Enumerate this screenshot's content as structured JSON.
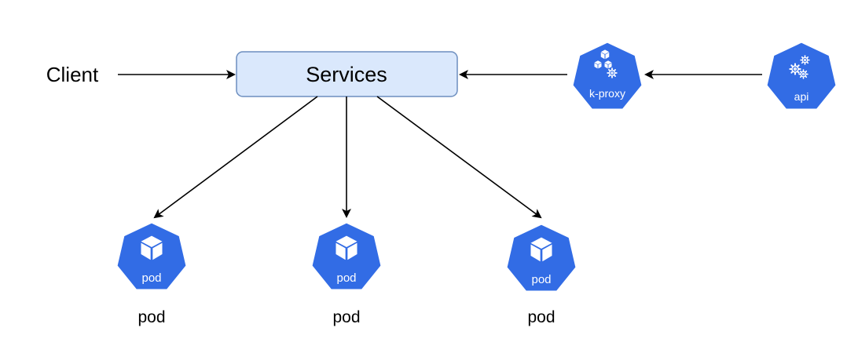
{
  "client": {
    "label": "Client"
  },
  "services": {
    "label": "Services"
  },
  "kproxy": {
    "badge": "k-proxy",
    "icon": "kube-proxy-icon"
  },
  "api": {
    "badge": "api",
    "icon": "kube-api-server-icon"
  },
  "pods": [
    {
      "badge": "pod",
      "label": "pod",
      "icon": "pod-cube-icon"
    },
    {
      "badge": "pod",
      "label": "pod",
      "icon": "pod-cube-icon"
    },
    {
      "badge": "pod",
      "label": "pod",
      "icon": "pod-cube-icon"
    }
  ],
  "colors": {
    "k8s_blue": "#326CE5",
    "services_fill": "#DAE8FC",
    "services_stroke": "#6C8EBF",
    "arrow": "#000000",
    "text": "#000000"
  }
}
